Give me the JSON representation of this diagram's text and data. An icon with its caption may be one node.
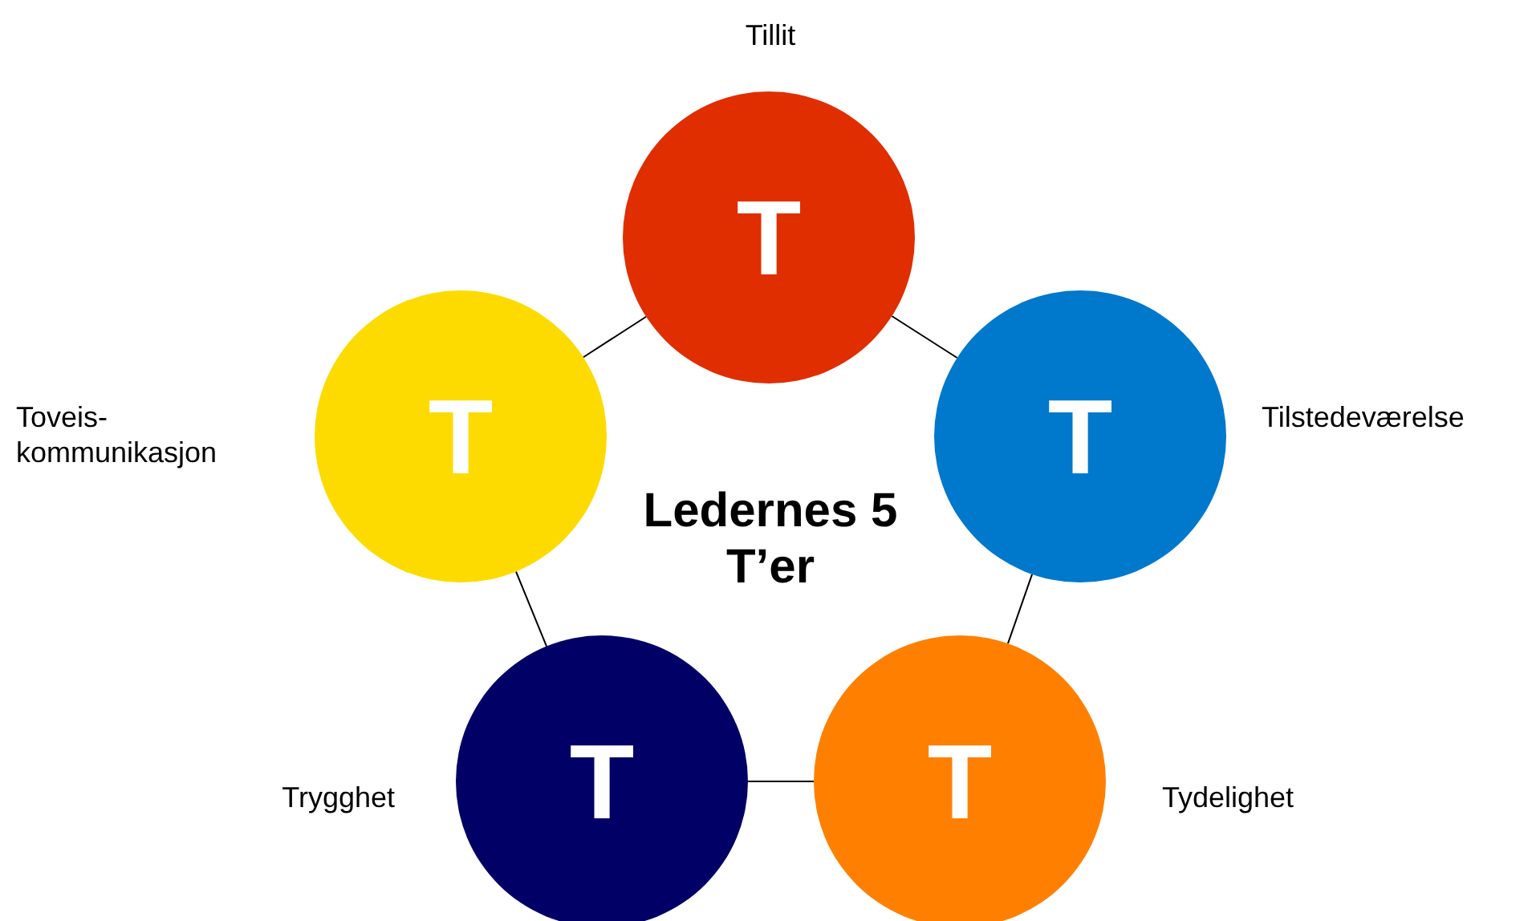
{
  "diagram": {
    "title": "Ledernes 5 T’er",
    "nodes": [
      {
        "text": [
          "T"
        ],
        "beside": [
          "Tillit"
        ]
      },
      {
        "text": [
          "T"
        ],
        "beside": [
          "Toveis- kommunikasjon"
        ]
      },
      {
        "text": [
          "T"
        ],
        "beside": [
          "Tilstedeværelse"
        ]
      },
      {
        "text": [
          "T"
        ],
        "beside": [
          "Trygghet"
        ]
      },
      {
        "text": [
          "T"
        ],
        "beside": [
          "Tydelighet"
        ]
      }
    ],
    "edges": [
      {
        "from": 0,
        "to": 2,
        "arrow": "none"
      },
      {
        "from": 2,
        "to": 4,
        "arrow": "none"
      },
      {
        "from": 4,
        "to": 3,
        "arrow": "none"
      },
      {
        "from": 3,
        "to": 1,
        "arrow": "none"
      },
      {
        "from": 1,
        "to": 0,
        "arrow": "none"
      }
    ]
  }
}
